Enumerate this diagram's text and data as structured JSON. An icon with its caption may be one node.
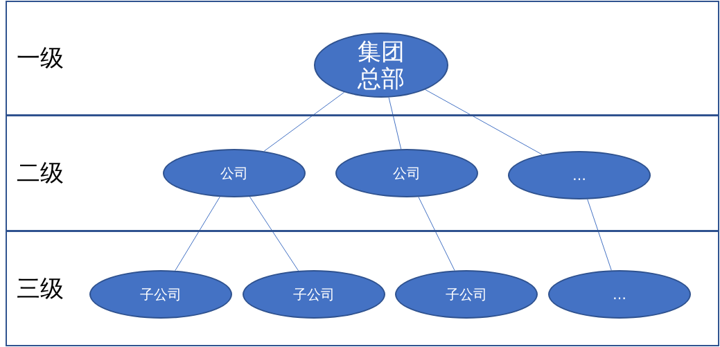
{
  "diagram": {
    "nodes": [
      {
        "text": [
          "一级"
        ]
      },
      {
        "text": [
          "集团总部"
        ],
        "in": 0
      },
      {
        "text": [
          "二级"
        ]
      },
      {
        "text": [
          "公司"
        ],
        "in": 2
      },
      {
        "text": [
          "公司"
        ],
        "in": 2
      },
      {
        "text": [
          "…"
        ],
        "in": 2
      },
      {
        "text": [
          "三级"
        ]
      },
      {
        "text": [
          "子公司"
        ],
        "in": 6
      },
      {
        "text": [
          "子公司"
        ],
        "in": 6
      },
      {
        "text": [
          "子公司"
        ],
        "in": 6
      },
      {
        "text": [
          "…"
        ],
        "in": 6
      }
    ],
    "edges": [
      {
        "from": 1,
        "to": 3,
        "arrow": "none"
      },
      {
        "from": 1,
        "to": 4,
        "arrow": "none"
      },
      {
        "from": 1,
        "to": 5,
        "arrow": "none"
      },
      {
        "from": 3,
        "to": 7,
        "arrow": "none"
      },
      {
        "from": 3,
        "to": 8,
        "arrow": "none"
      },
      {
        "from": 4,
        "to": 9,
        "arrow": "none"
      },
      {
        "from": 5,
        "to": 10,
        "arrow": "none"
      }
    ]
  }
}
